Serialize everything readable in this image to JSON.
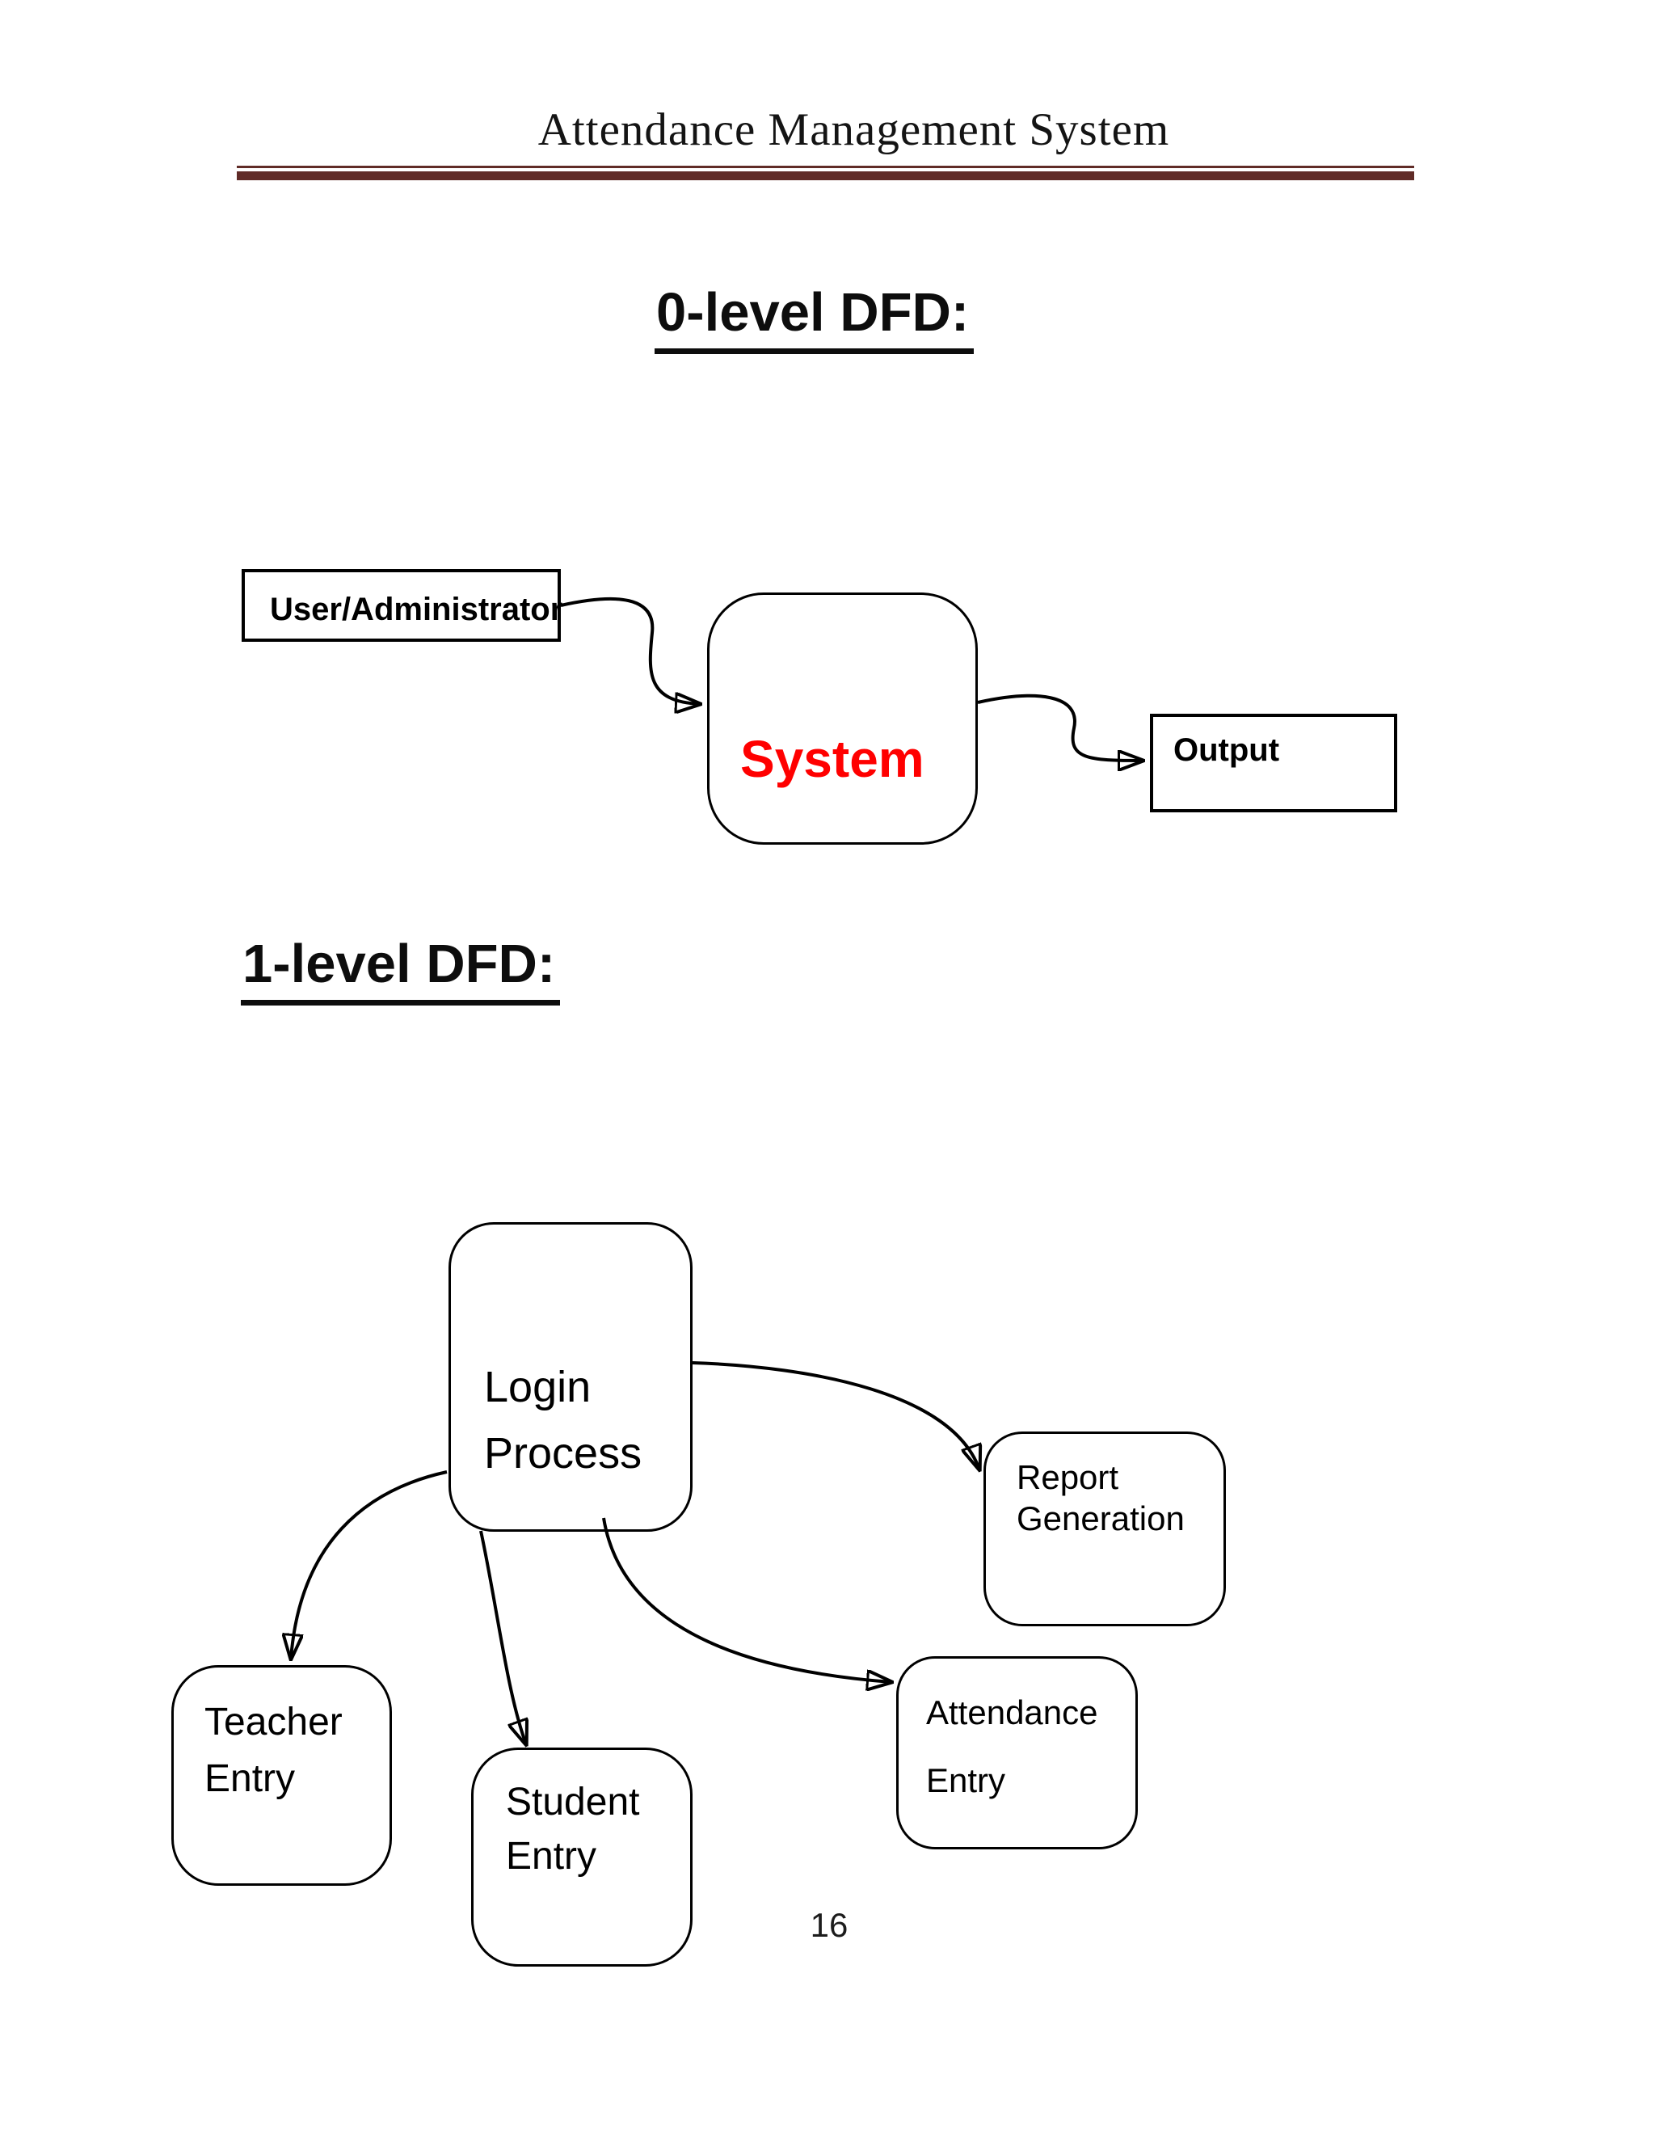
{
  "page": {
    "header_title": "Attendance Management System",
    "page_number": "16"
  },
  "colors": {
    "divider_maroon": "#602b27",
    "system_text_red": "#ff0000",
    "line_black": "#000000"
  },
  "sections": {
    "level0": {
      "title": "0-level DFD:"
    },
    "level1": {
      "title": "1-level DFD:"
    }
  },
  "level0": {
    "nodes": {
      "user_admin": {
        "label": "User/Administrator"
      },
      "system": {
        "label": "System"
      },
      "output": {
        "label": "Output"
      }
    },
    "flows": [
      {
        "from": "user_admin",
        "to": "system"
      },
      {
        "from": "system",
        "to": "output"
      }
    ]
  },
  "level1": {
    "nodes": {
      "login": {
        "line1": "Login",
        "line2": "Process"
      },
      "report": {
        "line1": "Report",
        "line2": "Generation"
      },
      "teacher": {
        "line1": "Teacher",
        "line2": "Entry"
      },
      "student": {
        "line1": "Student",
        "line2": "Entry"
      },
      "attendance": {
        "line1": "Attendance",
        "line2": "Entry"
      }
    },
    "flows": [
      {
        "from": "login",
        "to": "report"
      },
      {
        "from": "login",
        "to": "teacher"
      },
      {
        "from": "login",
        "to": "student"
      },
      {
        "from": "login",
        "to": "attendance"
      }
    ]
  }
}
